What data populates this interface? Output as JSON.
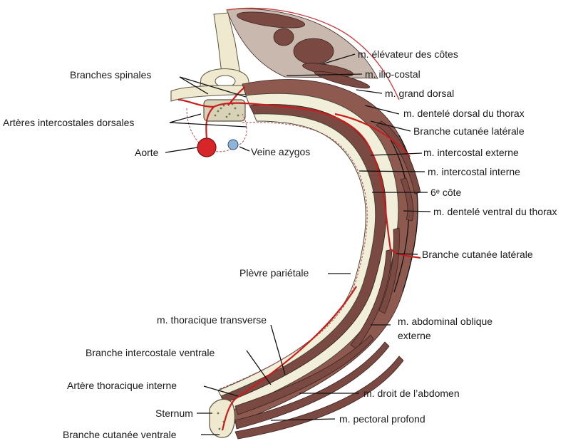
{
  "labels": {
    "branches_spinales": "Branches spinales",
    "arteres_intercostales_dorsales": "Artères intercostales dorsales",
    "aorte": "Aorte",
    "veine_azygos": "Veine azygos",
    "elevateur_cotes": "m. élévateur des côtes",
    "ilio_costal": "m. ilio-costal",
    "grand_dorsal": "m. grand dorsal",
    "dentele_dorsal": "m. dentelé dorsal du thorax",
    "branche_cutanee_laterale_1": "Branche cutanée latérale",
    "intercostal_externe": "m. intercostal externe",
    "intercostal_interne": "m. intercostal interne",
    "sixieme_cote": "6ᵉ côte",
    "dentele_ventral": "m. dentelé ventral du thorax",
    "branche_cutanee_laterale_2": "Branche cutanée latérale",
    "plevre_parietale": "Plèvre pariétale",
    "abdominal_oblique_line1": "m. abdominal oblique",
    "abdominal_oblique_line2": "externe",
    "thoracique_transverse": "m. thoracique transverse",
    "branche_intercostale_ventrale": "Branche intercostale ventrale",
    "artere_thoracique_interne": "Artère thoracique interne",
    "droit_abdomen": "m. droit de l’abdomen",
    "sternum": "Sternum",
    "pectoral_profond": "m. pectoral profond",
    "branche_cutanee_ventrale": "Branche cutanée ventrale"
  },
  "colors": {
    "muscle": "#7a4a42",
    "rib": "#f1eed9",
    "artery": "#c81e1e",
    "vein": "#8fb4d8"
  }
}
